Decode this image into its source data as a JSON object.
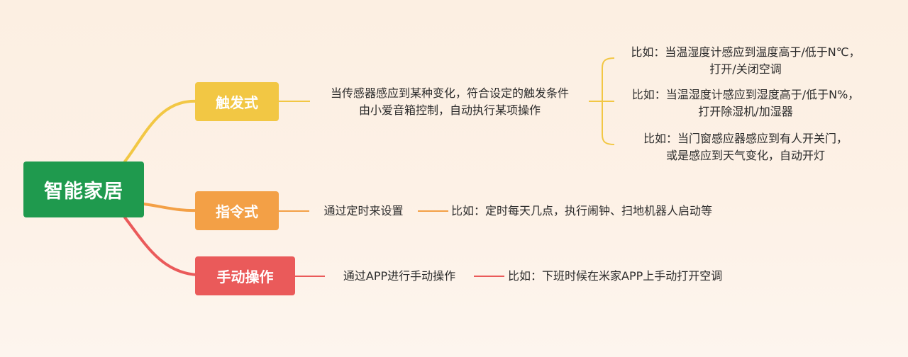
{
  "colors": {
    "root": "#1f9a4e",
    "trigger": "#f2c744",
    "command": "#f3a046",
    "manual": "#ea5a5a"
  },
  "root": {
    "label": "智能家居"
  },
  "branches": [
    {
      "label": "触发式",
      "description": {
        "line1": "当传感器感应到某种变化，符合设定的触发条件",
        "line2": "由小爱音箱控制，自动执行某项操作"
      },
      "examples": [
        {
          "line1": "比如：当温湿度计感应到温度高于/低于N℃，",
          "line2": "打开/关闭空调"
        },
        {
          "line1": "比如：当温湿度计感应到湿度高于/低于N%，",
          "line2": "打开除湿机/加湿器"
        },
        {
          "line1": "比如：当门窗感应器感应到有人开关门，",
          "line2": "或是感应到天气变化，自动开灯"
        }
      ]
    },
    {
      "label": "指令式",
      "description": {
        "line1": "通过定时来设置"
      },
      "examples": [
        {
          "line1": "比如：定时每天几点，执行闹钟、扫地机器人启动等"
        }
      ]
    },
    {
      "label": "手动操作",
      "description": {
        "line1": "通过APP进行手动操作"
      },
      "examples": [
        {
          "line1": "比如：下班时候在米家APP上手动打开空调"
        }
      ]
    }
  ]
}
